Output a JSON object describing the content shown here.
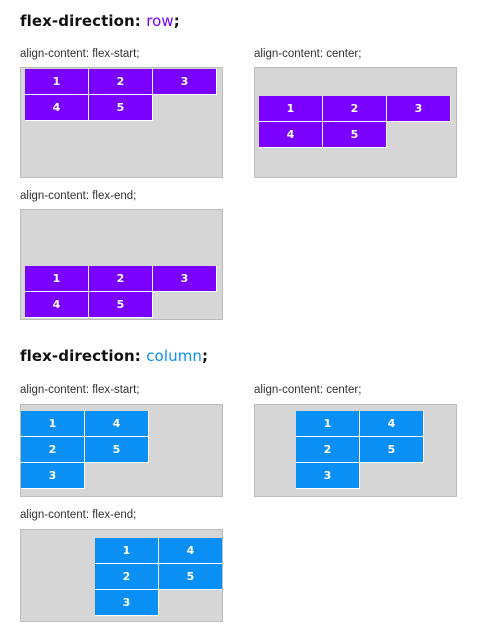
{
  "sections": [
    {
      "heading": {
        "prefix": "flex-direction: ",
        "value": "row",
        "suffix": ";",
        "value_color": "#7a00ff"
      },
      "examples": [
        {
          "caption": "align-content: flex-start;",
          "items": [
            "1",
            "2",
            "3",
            "4",
            "5"
          ]
        },
        {
          "caption": "align-content: center;",
          "items": [
            "1",
            "2",
            "3",
            "4",
            "5"
          ]
        },
        {
          "caption": "align-content: flex-end;",
          "items": [
            "1",
            "2",
            "3",
            "4",
            "5"
          ]
        }
      ]
    },
    {
      "heading": {
        "prefix": "flex-direction: ",
        "value": "column",
        "suffix": ";",
        "value_color": "#0a8ff5"
      },
      "examples": [
        {
          "caption": "align-content: flex-start;",
          "items": [
            "1",
            "2",
            "3",
            "4",
            "5"
          ]
        },
        {
          "caption": "align-content: center;",
          "items": [
            "1",
            "2",
            "3",
            "4",
            "5"
          ]
        },
        {
          "caption": "align-content: flex-end;",
          "items": [
            "1",
            "2",
            "3",
            "4",
            "5"
          ]
        }
      ]
    }
  ],
  "colors": {
    "row_item": "#7a00ff",
    "column_item": "#0a8ff5",
    "container": "#d6d6d6"
  }
}
